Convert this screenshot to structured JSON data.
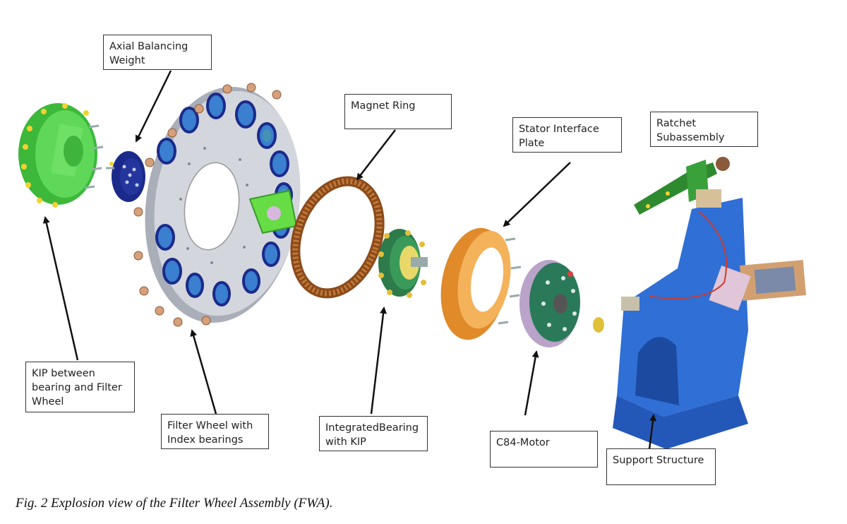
{
  "labels": {
    "axial_weight": "Axial Balancing\nWeight",
    "magnet_ring": "Magnet Ring",
    "stator_plate": "Stator Interface\nPlate",
    "ratchet": "Ratchet\nSubassembly",
    "kip_bearing": "KIP between\nbearing and Filter\nWheel",
    "filter_wheel": "Filter Wheel with\nIndex bearings",
    "integrated_bearing": "IntegratedBearing\nwith KIP",
    "c84_motor": "C84-Motor",
    "support_structure": "Support Structure"
  },
  "caption": "Fig. 2 Explosion view of the Filter Wheel Assembly (FWA).",
  "colors": {
    "kip_green": "#4fc94a",
    "weight_navy": "#1b2a8a",
    "wheel_grey": "#c9ccd3",
    "filter_blue": "#3a7fd0",
    "magnet_bronze": "#b06a2a",
    "stator_orange": "#f0a040",
    "structure_blue": "#2f6fd6",
    "ratchet_green": "#2e8a2e",
    "motor_purple": "#b9a3c9"
  }
}
